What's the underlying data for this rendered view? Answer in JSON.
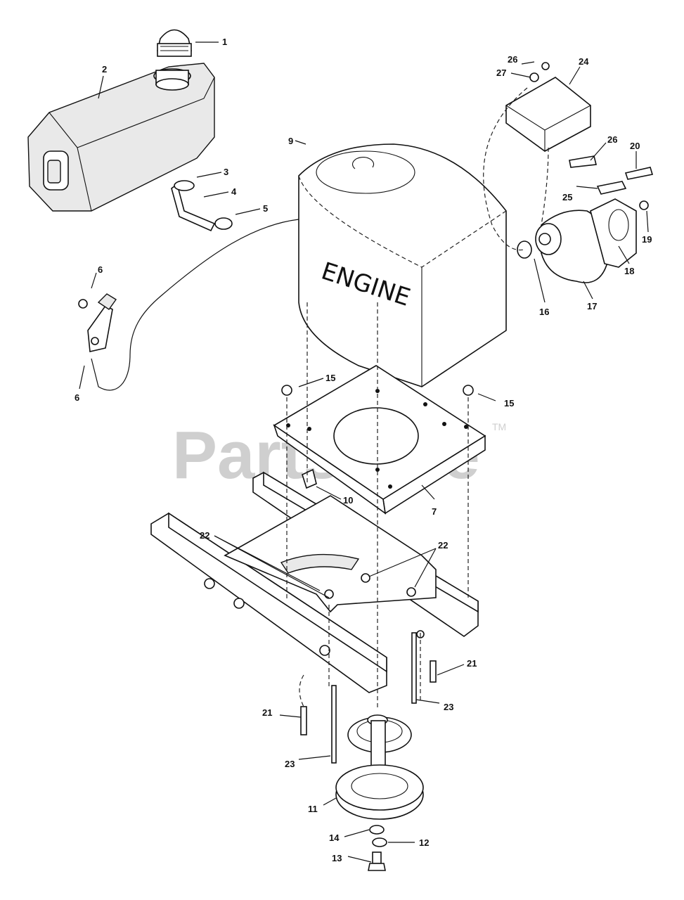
{
  "diagram": {
    "engine_label": "ENGINE",
    "watermark": "PartsTree",
    "trademark": "TM",
    "callouts": {
      "p1": "1",
      "p2": "2",
      "p3": "3",
      "p4": "4",
      "p5": "5",
      "p6a": "6",
      "p6b": "6",
      "p7": "7",
      "p9": "9",
      "p10": "10",
      "p11": "11",
      "p12": "12",
      "p13": "13",
      "p14": "14",
      "p15a": "15",
      "p15b": "15",
      "p16": "16",
      "p17": "17",
      "p18": "18",
      "p19": "19",
      "p20": "20",
      "p21a": "21",
      "p21b": "21",
      "p22a": "22",
      "p22b": "22",
      "p23a": "23",
      "p23b": "23",
      "p24": "24",
      "p25": "25",
      "p26a": "26",
      "p26b": "26",
      "p27": "27"
    }
  }
}
